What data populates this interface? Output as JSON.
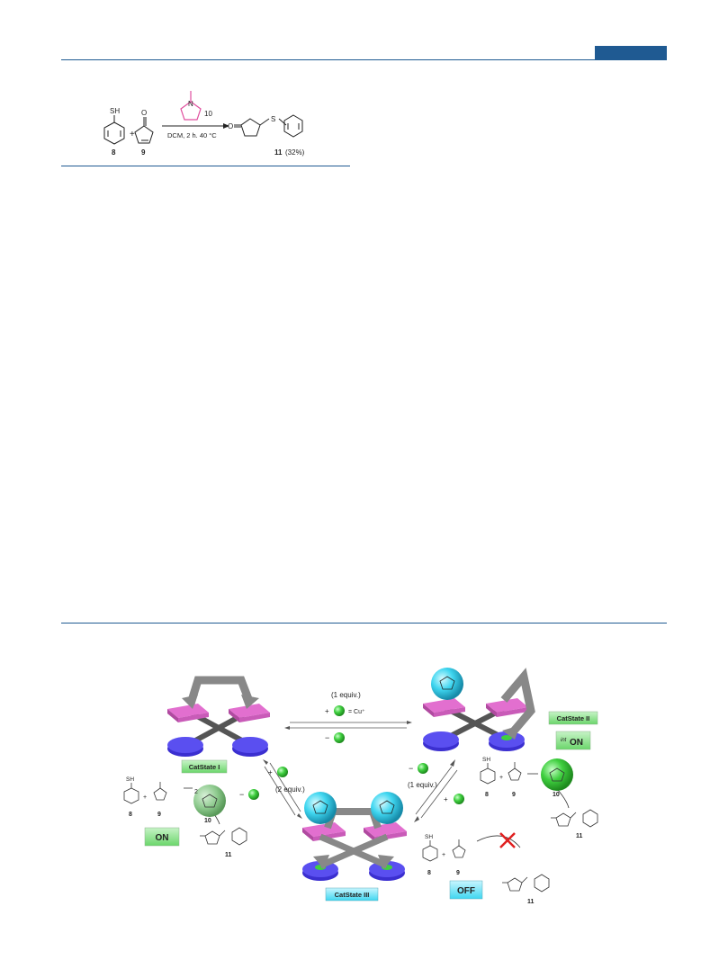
{
  "scheme1": {
    "reactant1": {
      "group": "SH",
      "number": "8"
    },
    "plus": "+",
    "reactant2": {
      "number": "9"
    },
    "catalyst_number": "10",
    "conditions": "DCM, 2 h. 40 °C",
    "product": {
      "number": "11",
      "yield": "(32%)"
    }
  },
  "figure": {
    "top_arrow": {
      "line1": "(1 equiv.)",
      "line2_prefix": "+",
      "line2_suffix": "= Cu⁺",
      "minus": "−"
    },
    "left_arrow": {
      "plus": "+",
      "equiv": "(2 equiv.)",
      "minus": "−"
    },
    "right_arrow": {
      "minus": "−",
      "equiv": "(1 equiv.)",
      "plus": "+"
    },
    "states": {
      "state1": "CatState I",
      "state2": "CatState II",
      "state3": "CatState III"
    },
    "int_on": {
      "sup": "int",
      "text": "ON"
    },
    "on_label": "ON",
    "off_label": "OFF",
    "left_reaction": {
      "n8": "8",
      "n9": "9",
      "n10": "10",
      "n11": "11",
      "sh": "SH",
      "plus": "+",
      "factor": "2"
    },
    "right_reaction": {
      "n8": "8",
      "n9": "9",
      "n10": "10",
      "n11": "11",
      "sh": "SH",
      "plus": "+"
    },
    "bottom_reaction": {
      "n8": "8",
      "n9": "9",
      "n11": "11",
      "sh": "SH",
      "plus": "+"
    }
  },
  "colors": {
    "rule": "#1f5a92",
    "header_block": "#1f5a92",
    "pink": "#e26fcf",
    "blue_disk": "#3b2fd0",
    "cyan": "#3fd6f0",
    "green": "#3fcf3f"
  }
}
